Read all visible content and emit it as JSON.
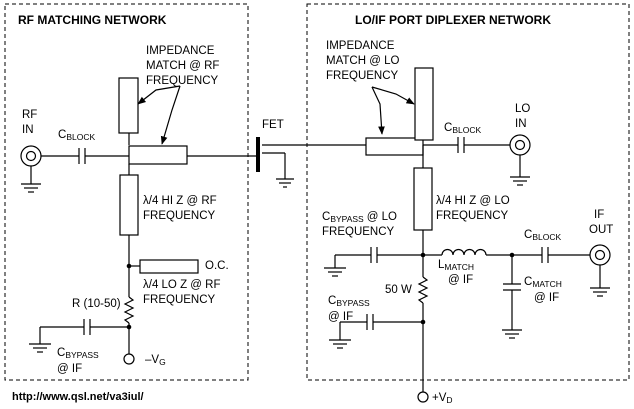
{
  "titles": {
    "rf_section": "RF MATCHING NETWORK",
    "lo_section": "LO/IF PORT DIPLEXER NETWORK"
  },
  "ports": {
    "rf_in": [
      "RF",
      "IN"
    ],
    "lo_in": [
      "LO",
      "IN"
    ],
    "if_out": [
      "IF",
      "OUT"
    ],
    "vg": "–V",
    "vg_sub": "G",
    "vd": "+V",
    "vd_sub": "D"
  },
  "components": {
    "fet": "FET",
    "cblock_main": "C",
    "cblock_sub": "BLOCK",
    "cbypass_main": "C",
    "cbypass_sub": "BYPASS",
    "lmatch_main": "L",
    "lmatch_sub": "MATCH",
    "cmatch_main": "C",
    "cmatch_sub": "MATCH",
    "r_rf": "R (10-50)",
    "r_50": "50 W",
    "oc": "O.C.",
    "at_if": "@ IF",
    "at_lo": "@ LO",
    "frequency": "FREQUENCY"
  },
  "annotations": {
    "imp_rf": [
      "IMPEDANCE",
      "MATCH @ RF",
      "FREQUENCY"
    ],
    "imp_lo": [
      "IMPEDANCE",
      "MATCH @ LO",
      "FREQUENCY"
    ],
    "hiz_rf": [
      "λ/4 HI Z @ RF",
      "FREQUENCY"
    ],
    "loz_rf": [
      "λ/4 LO Z @ RF",
      "FREQUENCY"
    ],
    "hiz_lo": [
      "λ/4 HI Z @ LO",
      "FREQUENCY"
    ]
  },
  "footer": {
    "url": "http://www.qsl.net/va3iul/"
  }
}
